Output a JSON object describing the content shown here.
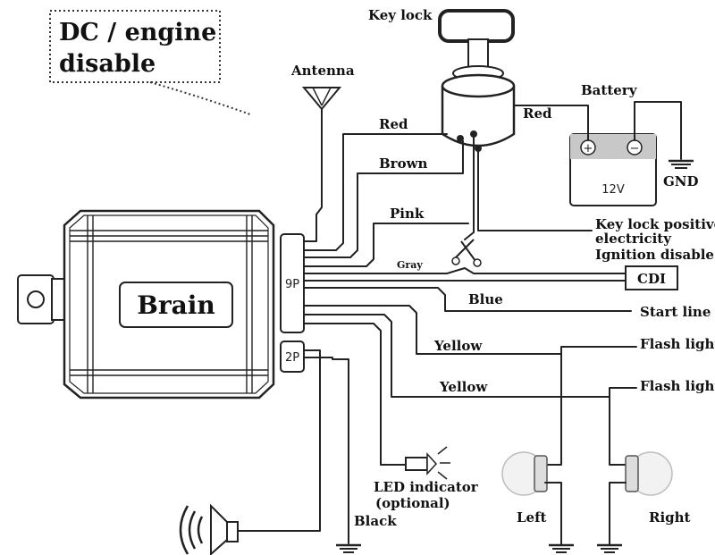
{
  "title": {
    "line1": "DC / engine",
    "line2": "disable"
  },
  "brain_label": "Brain",
  "connectors": {
    "main": "9P",
    "aux": "2P"
  },
  "labels": {
    "antenna": "Antenna",
    "key_lock": "Key lock",
    "battery": "Battery",
    "battery_voltage": "12V",
    "gnd": "GND",
    "key_lock_positive_1": "Key lock positive",
    "key_lock_positive_2": "electricity",
    "ignition_disable": "Ignition disable",
    "cdi": "CDI",
    "start_line": "Start line",
    "flash_light_1": "Flash light",
    "flash_light_2": "Flash light",
    "led_1": "LED indicator",
    "led_2": "(optional)",
    "left": "Left",
    "right": "Right",
    "black": "Black"
  },
  "wires": {
    "red_key": "Red",
    "red_battery": "Red",
    "brown": "Brown",
    "pink": "Pink",
    "gray": "Gray",
    "blue": "Blue",
    "yellow_1": "Yellow",
    "yellow_2": "Yellow"
  }
}
